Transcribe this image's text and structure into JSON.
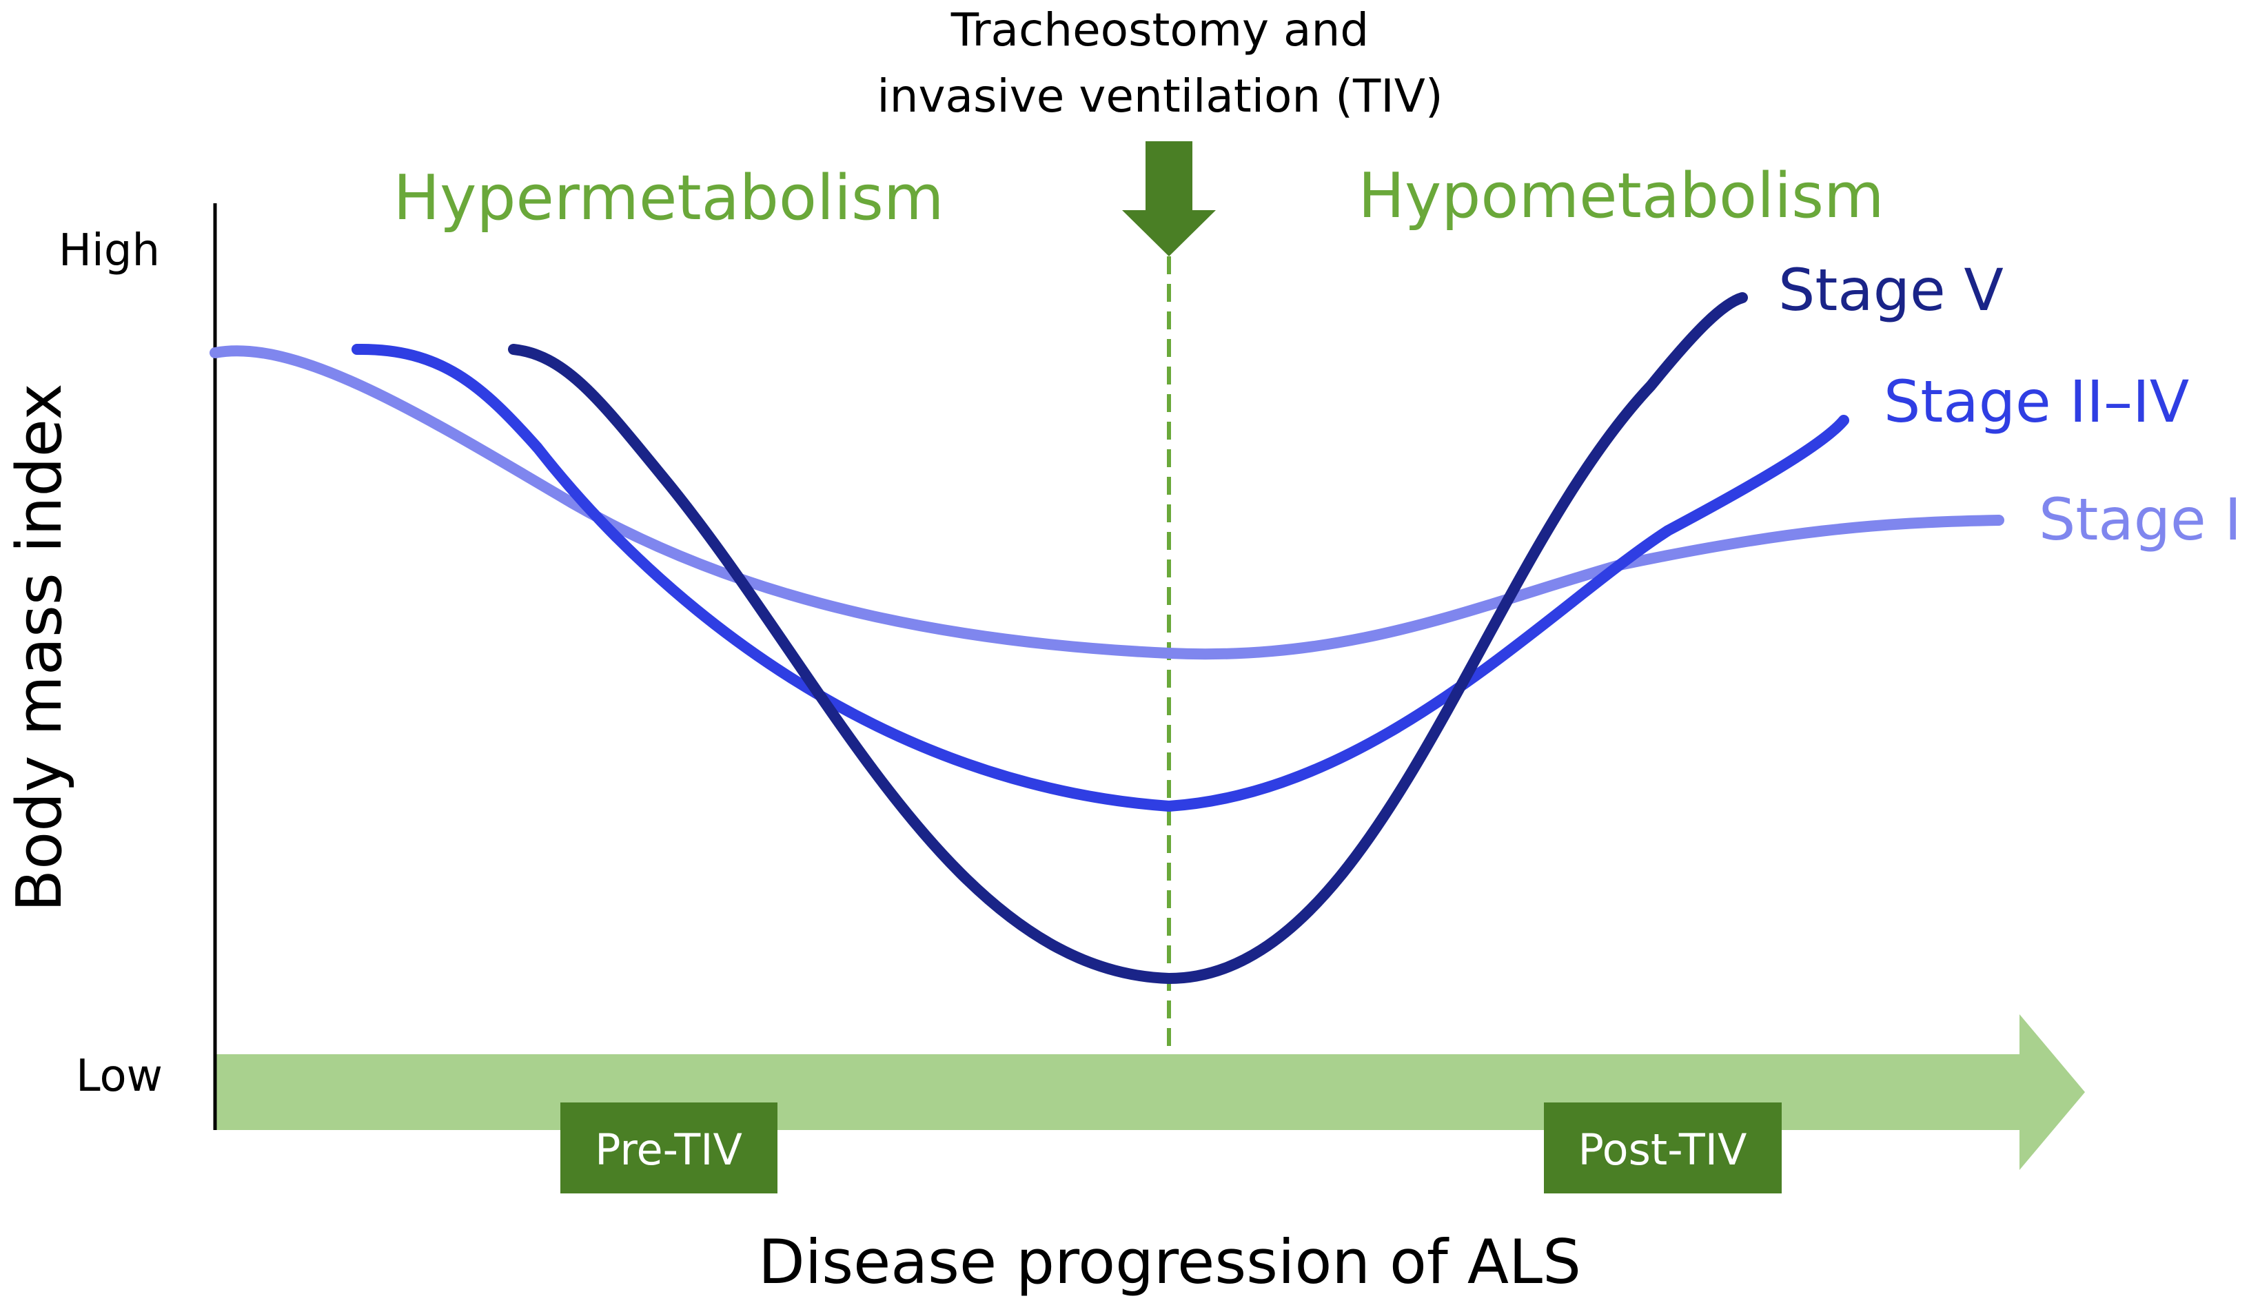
{
  "labels": {
    "annotation_line1": "Tracheostomy and",
    "annotation_line2": "invasive ventilation (TIV)",
    "phase_left": "Hypermetabolism",
    "phase_right": "Hypometabolism",
    "y_axis": "Body mass index",
    "y_high": "High",
    "y_low": "Low",
    "x_axis": "Disease progression of ALS",
    "box_pre": "Pre-TIV",
    "box_post": "Post-TIV"
  },
  "curves": [
    {
      "name": "Stage I",
      "color": "#7f86ee"
    },
    {
      "name": "Stage II–IV",
      "color": "#2f3ee3"
    },
    {
      "name": "Stage V",
      "color": "#1a2488"
    }
  ],
  "colors": {
    "phase_text": "#6aa83a",
    "dark_green": "#4a7f25",
    "light_green_arrow": "#a9d18e",
    "axis": "#000000"
  }
}
